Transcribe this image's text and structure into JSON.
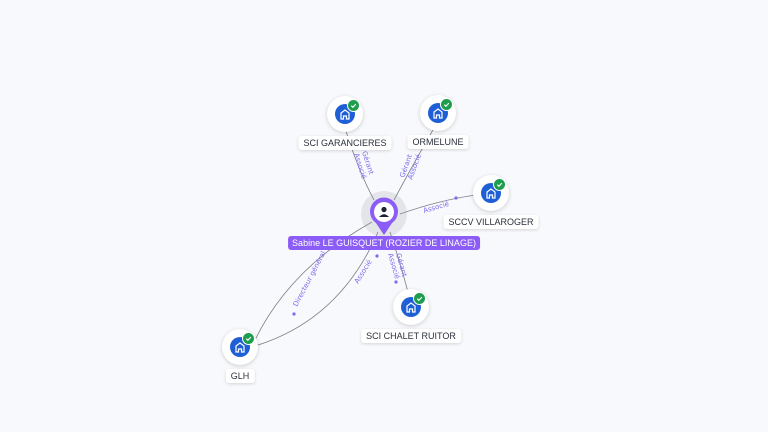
{
  "person": {
    "name": "Sabine LE GUISQUET (ROZIER DE LINAGE)",
    "icon": "person-icon",
    "color": "#8b5cf6"
  },
  "companies": [
    {
      "id": "sci-garancieres",
      "name": "SCI GARANCIERES",
      "icon": "building-icon",
      "status": "check-icon"
    },
    {
      "id": "ormelune",
      "name": "ORMELUNE",
      "icon": "building-icon",
      "status": "check-icon"
    },
    {
      "id": "sccv-villaroger",
      "name": "SCCV VILLAROGER",
      "icon": "building-icon",
      "status": "check-icon"
    },
    {
      "id": "sci-chalet-ruitor",
      "name": "SCI CHALET RUITOR",
      "icon": "building-icon",
      "status": "check-icon"
    },
    {
      "id": "glh",
      "name": "GLH",
      "icon": "building-icon",
      "status": "check-icon"
    }
  ],
  "edges": [
    {
      "target": "sci-garancieres",
      "labels": [
        "Gérant",
        "Associé"
      ]
    },
    {
      "target": "ormelune",
      "labels": [
        "Gérant",
        "Associé"
      ]
    },
    {
      "target": "sccv-villaroger",
      "labels": [
        "Associé"
      ]
    },
    {
      "target": "sci-chalet-ruitor",
      "labels": [
        "Gérant",
        "Associé"
      ]
    },
    {
      "target": "glh",
      "labels": [
        "Directeur général d..."
      ]
    },
    {
      "target": "glh",
      "labels": [
        "Associé"
      ]
    }
  ],
  "colors": {
    "company": "#1f5fd6",
    "check": "#1e9d4e",
    "edge_label": "#7b6cf0"
  }
}
